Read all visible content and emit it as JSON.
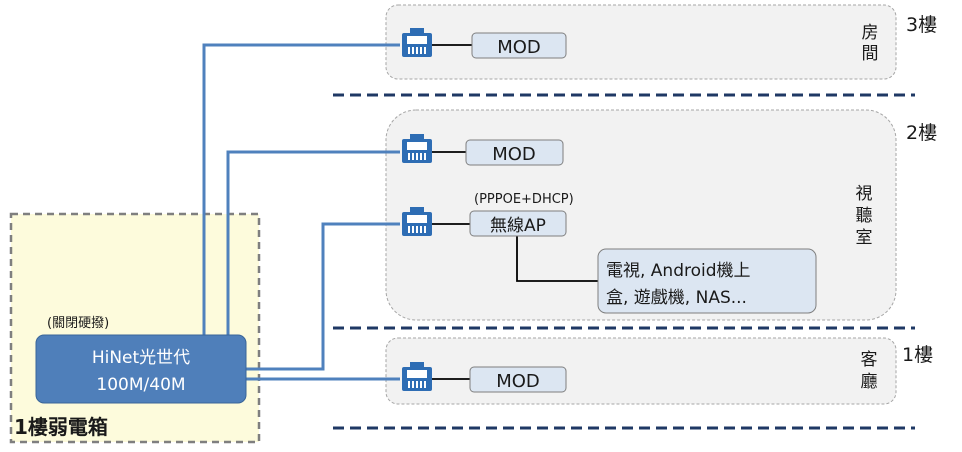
{
  "floors": {
    "third": {
      "floor_label": "3樓",
      "room_label_lines": [
        "房",
        "間"
      ],
      "device_label": "MOD"
    },
    "second": {
      "floor_label": "2樓",
      "room_label_lines": [
        "視",
        "聽",
        "室"
      ],
      "mod_label": "MOD",
      "ap_note": "(PPPOE+DHCP)",
      "ap_label": "無線AP",
      "devices_lines": [
        "電視, Android機上",
        "盒, 遊戲機, NAS..."
      ]
    },
    "first": {
      "floor_label": "1樓",
      "room_label_lines": [
        "客",
        "廳"
      ],
      "device_label": "MOD"
    }
  },
  "cabinet": {
    "label": "1樓弱電箱",
    "note": "(關閉硬撥)",
    "router_lines": [
      "HiNet光世代",
      "100M/40M"
    ]
  },
  "colors": {
    "cable": "#4f81bd",
    "router_fill": "#4f7fba",
    "cabinet_fill": "#fdfbdc",
    "room_fill": "#f2f2f2",
    "device_fill": "#dce6f2",
    "separator": "#1f3864",
    "jack": "#2e6db4"
  },
  "icons": {
    "jack": "rj45-jack-icon"
  }
}
